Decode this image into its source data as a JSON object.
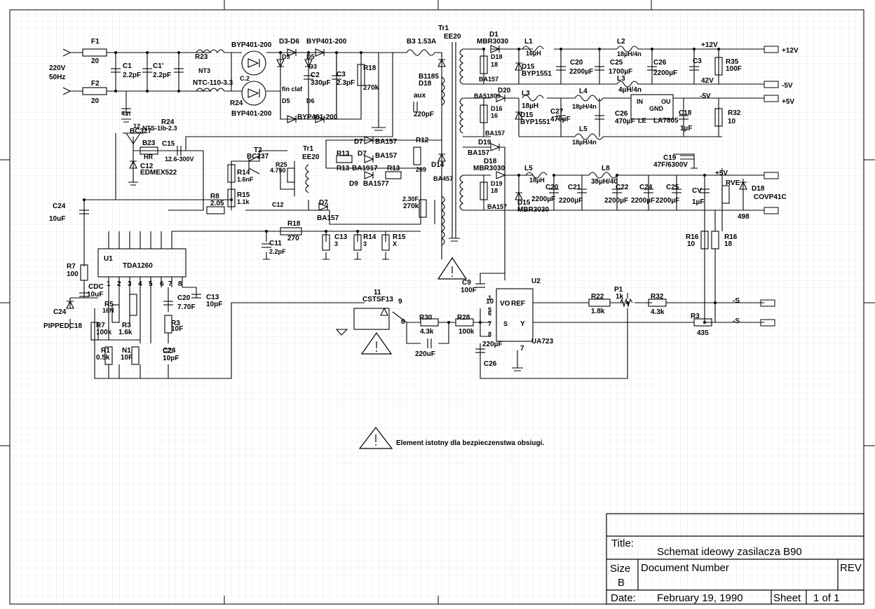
{
  "title_block": {
    "title_label": "Title:",
    "title_value": "Schemat ideowy zasilacza B90",
    "size_label": "Size",
    "size_value": "B",
    "docnum_label": "Document Number",
    "rev_label": "REV",
    "date_label": "Date:",
    "date_value": "February 19, 1990",
    "sheet_label": "Sheet",
    "sheet_value": "1 of 1"
  },
  "note": "Element istotny dla bezpieczenstwa obsiugi.",
  "labels": [
    {
      "t": "220V"
    },
    {
      "t": "50Hz"
    },
    {
      "t": "F1"
    },
    {
      "t": "20"
    },
    {
      "t": "F2"
    },
    {
      "t": "20"
    },
    {
      "t": "C1"
    },
    {
      "t": "2.2pF"
    },
    {
      "t": "C1'"
    },
    {
      "t": "2.2pF"
    },
    {
      "t": "4.n"
    },
    {
      "t": "R23"
    },
    {
      "t": "NT3"
    },
    {
      "t": "NTC-110-3.3"
    },
    {
      "t": "BYP401-200"
    },
    {
      "t": "R24"
    },
    {
      "t": "BYP401-200"
    },
    {
      "t": "C.2"
    },
    {
      "t": "D3-D6"
    },
    {
      "t": "BYP401-200"
    },
    {
      "t": "D5"
    },
    {
      "t": "D5"
    },
    {
      "t": "O3"
    },
    {
      "t": "C2"
    },
    {
      "t": "330µF"
    },
    {
      "t": "fin claf"
    },
    {
      "t": "D5"
    },
    {
      "t": "D6"
    },
    {
      "t": "BYP401-200"
    },
    {
      "t": "C3"
    },
    {
      "t": "2.3pF"
    },
    {
      "t": "R18"
    },
    {
      "t": "270k"
    },
    {
      "t": "B3 1.53A"
    },
    {
      "t": "Tr1"
    },
    {
      "t": "EE20"
    },
    {
      "t": "B1185"
    },
    {
      "t": "D18"
    },
    {
      "t": "aux"
    },
    {
      "t": "220pF"
    },
    {
      "t": "D1"
    },
    {
      "t": "MBR3030"
    },
    {
      "t": "D18"
    },
    {
      "t": "18"
    },
    {
      "t": "BA157"
    },
    {
      "t": "D15"
    },
    {
      "t": "BYP1551"
    },
    {
      "t": "L1"
    },
    {
      "t": "16µH"
    },
    {
      "t": "C20"
    },
    {
      "t": "2200µF"
    },
    {
      "t": "L2"
    },
    {
      "t": "18µH/4n"
    },
    {
      "t": "C25"
    },
    {
      "t": "1700µF"
    },
    {
      "t": "C26"
    },
    {
      "t": "2200µF"
    },
    {
      "t": "+12V"
    },
    {
      "t": "C3"
    },
    {
      "t": "42V"
    },
    {
      "t": "R35"
    },
    {
      "t": "100F"
    },
    {
      "t": "+12V"
    },
    {
      "t": "L3"
    },
    {
      "t": "4µH/4n"
    },
    {
      "t": "-5V"
    },
    {
      "t": "BA51800"
    },
    {
      "t": "D20"
    },
    {
      "t": "L3"
    },
    {
      "t": "18µH"
    },
    {
      "t": "L4"
    },
    {
      "t": "18µH/4n"
    },
    {
      "t": "D16"
    },
    {
      "t": "16"
    },
    {
      "t": "D15"
    },
    {
      "t": "BYP1551"
    },
    {
      "t": "BA157"
    },
    {
      "t": "C27"
    },
    {
      "t": "470µF"
    },
    {
      "t": "L5"
    },
    {
      "t": "18µH/4n"
    },
    {
      "t": "C26"
    },
    {
      "t": "470µF"
    },
    {
      "t": "IN"
    },
    {
      "t": "OU"
    },
    {
      "t": "GND"
    },
    {
      "t": "LE"
    },
    {
      "t": "LA7805"
    },
    {
      "t": "-5V"
    },
    {
      "t": "C18"
    },
    {
      "t": "1µF"
    },
    {
      "t": "R32"
    },
    {
      "t": "10"
    },
    {
      "t": "+5V"
    },
    {
      "t": "12"
    },
    {
      "t": "BC327"
    },
    {
      "t": "R24"
    },
    {
      "t": "NTS-1lb-2.3"
    },
    {
      "t": "B23"
    },
    {
      "t": "HR"
    },
    {
      "t": "C15"
    },
    {
      "t": "12.6-300V"
    },
    {
      "t": "C12"
    },
    {
      "t": "EDMEX522"
    },
    {
      "t": "T2"
    },
    {
      "t": "BC237"
    },
    {
      "t": "R14"
    },
    {
      "t": "1.6nF"
    },
    {
      "t": "R15"
    },
    {
      "t": "1.1k"
    },
    {
      "t": "R8"
    },
    {
      "t": "2.05"
    },
    {
      "t": "R25"
    },
    {
      "t": "4.750"
    },
    {
      "t": "C12"
    },
    {
      "t": "Tr1"
    },
    {
      "t": "EE20"
    },
    {
      "t": "R13"
    },
    {
      "t": "R13"
    },
    {
      "t": "BA1917"
    },
    {
      "t": "D7"
    },
    {
      "t": "BA157"
    },
    {
      "t": "D7"
    },
    {
      "t": "BA157"
    },
    {
      "t": "R13"
    },
    {
      "t": "D9"
    },
    {
      "t": "BA1577"
    },
    {
      "t": "R12"
    },
    {
      "t": "209"
    },
    {
      "t": "D14"
    },
    {
      "t": "BA457"
    },
    {
      "t": "2.30F"
    },
    {
      "t": "270k"
    },
    {
      "t": "D7"
    },
    {
      "t": "BA157"
    },
    {
      "t": "D19"
    },
    {
      "t": "BA157"
    },
    {
      "t": "D18"
    },
    {
      "t": "MBR3030"
    },
    {
      "t": "D19"
    },
    {
      "t": "18"
    },
    {
      "t": "BA157"
    },
    {
      "t": "D15"
    },
    {
      "t": "MBR3030"
    },
    {
      "t": "L5"
    },
    {
      "t": "18µH"
    },
    {
      "t": "L8"
    },
    {
      "t": "38µH/40"
    },
    {
      "t": "C20"
    },
    {
      "t": "2200µF"
    },
    {
      "t": "C21"
    },
    {
      "t": "2200µF"
    },
    {
      "t": "C22"
    },
    {
      "t": "2200µF"
    },
    {
      "t": "C24"
    },
    {
      "t": "2200µF"
    },
    {
      "t": "C25"
    },
    {
      "t": "2200µF"
    },
    {
      "t": "CV"
    },
    {
      "t": "1µF"
    },
    {
      "t": "C19"
    },
    {
      "t": "47F/6300V"
    },
    {
      "t": "+5V"
    },
    {
      "t": "RVE"
    },
    {
      "t": "D18"
    },
    {
      "t": "COVP41C"
    },
    {
      "t": "498"
    },
    {
      "t": "C24"
    },
    {
      "t": "10uF"
    },
    {
      "t": "U1"
    },
    {
      "t": "TDA1260"
    },
    {
      "t": "R18"
    },
    {
      "t": "270"
    },
    {
      "t": "C11"
    },
    {
      "t": "2.2pF"
    },
    {
      "t": "C13"
    },
    {
      "t": "3"
    },
    {
      "t": "R14"
    },
    {
      "t": "3"
    },
    {
      "t": "R15"
    },
    {
      "t": "X"
    },
    {
      "t": "R7"
    },
    {
      "t": "100"
    },
    {
      "t": "CDC"
    },
    {
      "t": "10uF"
    },
    {
      "t": "C24"
    },
    {
      "t": "PIPPEDC18"
    },
    {
      "t": "R5"
    },
    {
      "t": "16N"
    },
    {
      "t": "R7"
    },
    {
      "t": "100k"
    },
    {
      "t": "R3"
    },
    {
      "t": "1.6k"
    },
    {
      "t": "R1"
    },
    {
      "t": "0.5k"
    },
    {
      "t": "N1"
    },
    {
      "t": "10F"
    },
    {
      "t": "C20"
    },
    {
      "t": "7.70F"
    },
    {
      "t": "C13"
    },
    {
      "t": "10pF"
    },
    {
      "t": "R3"
    },
    {
      "t": "10F"
    },
    {
      "t": "C24"
    },
    {
      "t": "10pF"
    },
    {
      "t": "1"
    },
    {
      "t": "2"
    },
    {
      "t": "3"
    },
    {
      "t": "4"
    },
    {
      "t": "5"
    },
    {
      "t": "6"
    },
    {
      "t": "7"
    },
    {
      "t": "8"
    },
    {
      "t": "11"
    },
    {
      "t": "CSTSF13"
    },
    {
      "t": "9"
    },
    {
      "t": "6"
    },
    {
      "t": "R30"
    },
    {
      "t": "4.3k"
    },
    {
      "t": "R28"
    },
    {
      "t": "100k"
    },
    {
      "t": "220uF"
    },
    {
      "t": "C9"
    },
    {
      "t": "100F"
    },
    {
      "t": "U2"
    },
    {
      "t": "10"
    },
    {
      "t": "VO"
    },
    {
      "t": "REF"
    },
    {
      "t": "S"
    },
    {
      "t": "Y"
    },
    {
      "t": "UA723"
    },
    {
      "t": "C26"
    },
    {
      "t": "220µF"
    },
    {
      "t": "7"
    },
    {
      "t": "R22"
    },
    {
      "t": "1.8k"
    },
    {
      "t": "P1"
    },
    {
      "t": "1k"
    },
    {
      "t": "R32"
    },
    {
      "t": "4.3k"
    },
    {
      "t": "R3"
    },
    {
      "t": "435"
    },
    {
      "t": "-S"
    },
    {
      "t": "-S"
    },
    {
      "t": "R16"
    },
    {
      "t": "10"
    },
    {
      "t": "R16"
    },
    {
      "t": "18"
    },
    {
      "t": "1"
    },
    {
      "t": "5"
    },
    {
      "t": "6"
    },
    {
      "t": "7"
    },
    {
      "t": "8"
    }
  ],
  "colors": {
    "ink": "#000000",
    "grid": "#d9d9d9",
    "paper": "#ffffff"
  }
}
